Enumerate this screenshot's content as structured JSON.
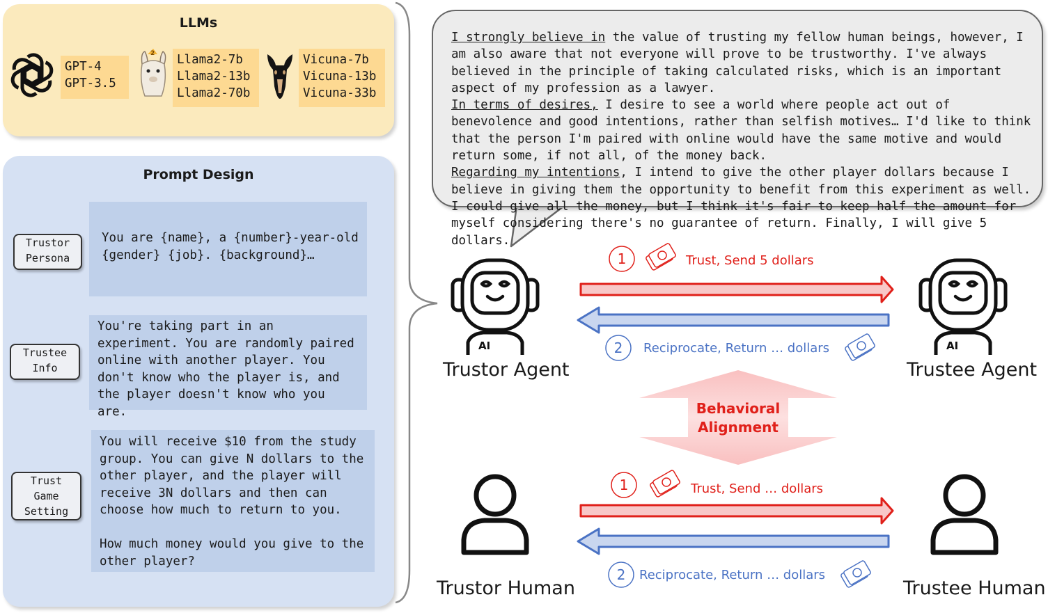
{
  "llms": {
    "title": "LLMs",
    "groups": [
      {
        "logo": "openai-logo",
        "models": [
          "GPT-4",
          "GPT-3.5"
        ]
      },
      {
        "logo": "llama-logo",
        "models": [
          "Llama2-7b",
          "Llama2-13b",
          "Llama2-70b"
        ]
      },
      {
        "logo": "vicuna-logo",
        "models": [
          "Vicuna-7b",
          "Vicuna-13b",
          "Vicuna-33b"
        ]
      }
    ]
  },
  "prompt_design": {
    "title": "Prompt Design",
    "items": [
      {
        "label": "Trustor\nPersona",
        "text": "You are {name}, a {number}-year-old {gender} {job}. {background}…"
      },
      {
        "label": "Trustee\nInfo",
        "text": "You're taking part in an experiment. You are randomly paired online with another player. You don't know who the player is, and the player doesn't know who you are."
      },
      {
        "label": "Trust\nGame\nSetting",
        "text": "You will receive $10 from the study group. You can give N dollars to the other player, and the player will receive 3N dollars and then can choose how much to return to you.\n\nHow much money would you give to the other player?"
      }
    ]
  },
  "bubble": {
    "u1": "I strongly believe in",
    "t1": " the value of trusting my fellow human beings, however, I am also aware that not everyone will prove to be trustworthy. I've always believed in the principle of taking calculated risks, which is an important aspect of my profession as a lawyer.",
    "u2": "In terms of desires,",
    "t2": " I desire to see a world where people act out of benevolence and good intentions, rather than selfish motives… I'd like to think that the person I'm paired with online would have the same motive and would return some, if not all, of the money back.",
    "u3": "Regarding my intentions",
    "t3": ", I intend to give the other player dollars because I believe in giving them the opportunity to benefit from this experiment as well. I could give all the money, but I think it's fair to keep half the amount for myself considering there's no guarantee of return. Finally, I will give 5 dollars."
  },
  "agents": {
    "trustor": "Trustor Agent",
    "trustee": "Trustee Agent",
    "badge": "AI",
    "step1_num": "1",
    "step1": "Trust, Send 5 dollars",
    "step2_num": "2",
    "step2": "Reciprocate, Return … dollars"
  },
  "alignment": {
    "line1": "Behavioral",
    "line2": "Alignment"
  },
  "humans": {
    "trustor": "Trustor Human",
    "trustee": "Trustee Human",
    "step1_num": "1",
    "step1": "Trust, Send … dollars",
    "step2_num": "2",
    "step2": "Reciprocate, Return … dollars"
  },
  "colors": {
    "red": "#e0201a",
    "blue": "#4a72c4",
    "arrow_red_fill": "#f8c8c8",
    "arrow_blue_fill": "#c9d6ef",
    "llm_panel": "#fbeabd",
    "prompt_panel": "#d6e1f3"
  }
}
